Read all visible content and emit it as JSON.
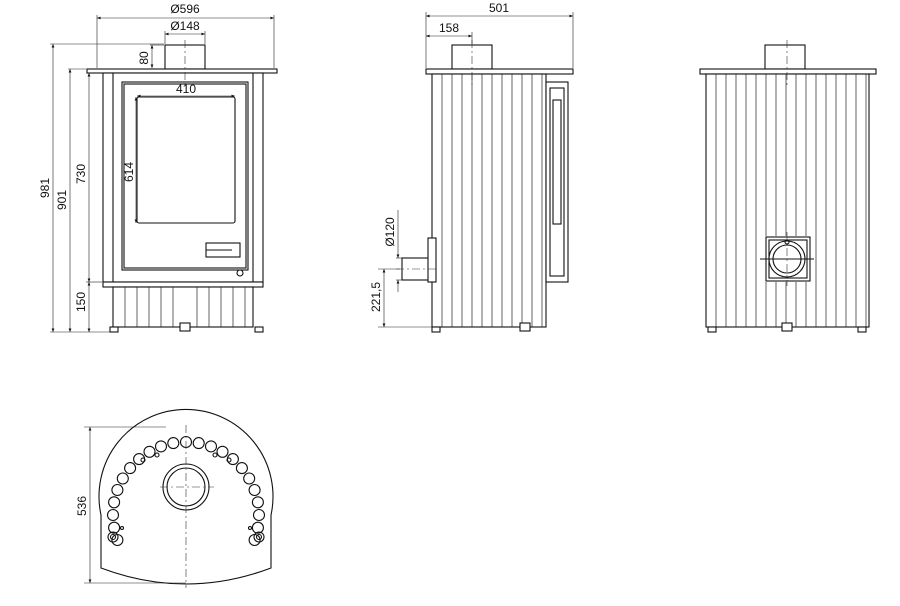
{
  "dimensions": {
    "front": {
      "width": "Ø596",
      "flue": "Ø148",
      "collar": "80",
      "glass_width": "410",
      "glass_height": "614",
      "body": "730",
      "to_top": "901",
      "overall": "981",
      "legs": "150"
    },
    "side": {
      "depth": "501",
      "flue_offset": "158",
      "rear_outlet": "Ø120",
      "outlet_height": "221,5"
    },
    "plan": {
      "depth": "536"
    }
  }
}
